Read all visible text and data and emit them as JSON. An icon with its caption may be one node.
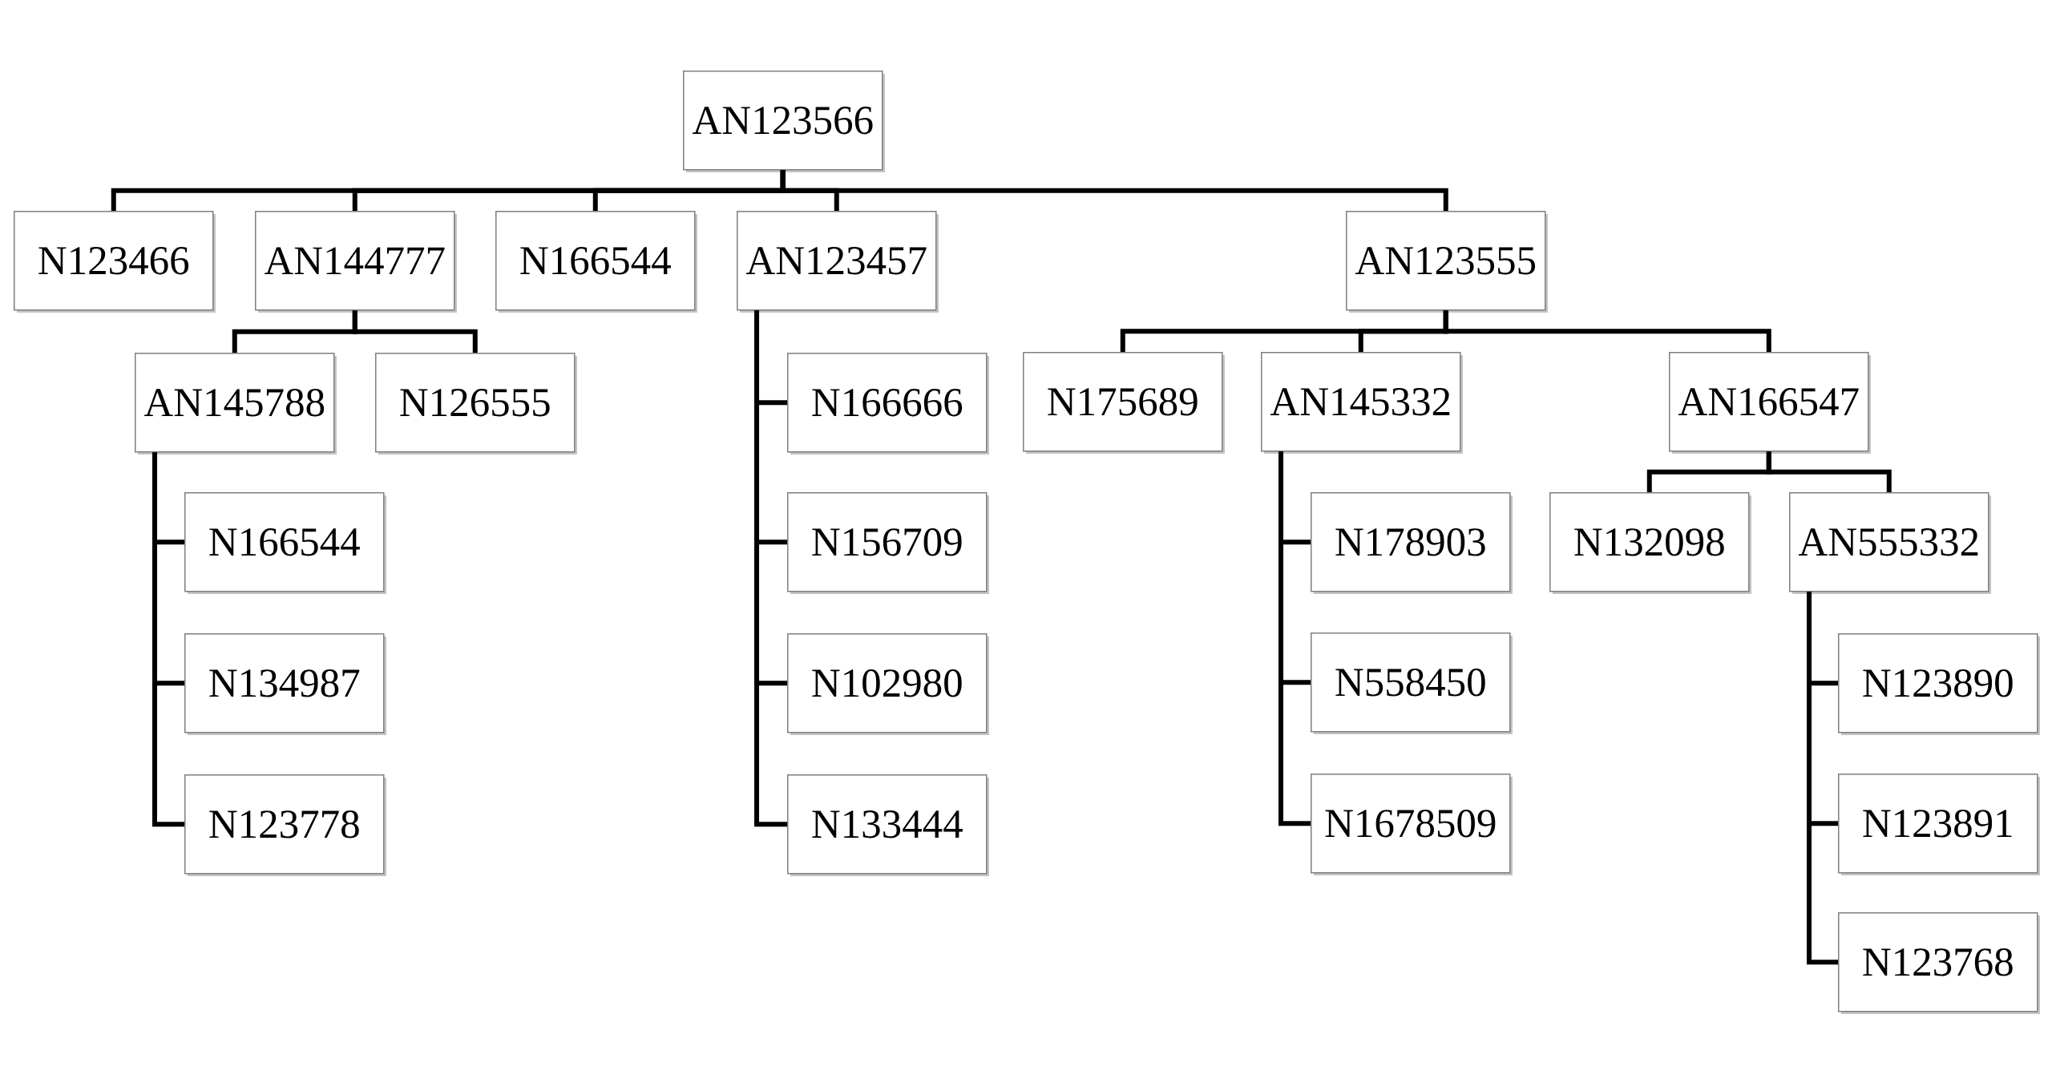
{
  "diagram": {
    "nodes": [
      {
        "text": [
          "AN123566"
        ]
      },
      {
        "text": [
          "N123466"
        ]
      },
      {
        "text": [
          "AN144777"
        ]
      },
      {
        "text": [
          "N166544"
        ]
      },
      {
        "text": [
          "AN123457"
        ]
      },
      {
        "text": [
          "AN123555"
        ]
      },
      {
        "text": [
          "AN145788"
        ]
      },
      {
        "text": [
          "N126555"
        ]
      },
      {
        "text": [
          "N166666"
        ]
      },
      {
        "text": [
          "N175689"
        ]
      },
      {
        "text": [
          "AN145332"
        ]
      },
      {
        "text": [
          "AN166547"
        ]
      },
      {
        "text": [
          "N166544"
        ]
      },
      {
        "text": [
          "N156709"
        ]
      },
      {
        "text": [
          "N178903"
        ]
      },
      {
        "text": [
          "N132098"
        ]
      },
      {
        "text": [
          "AN555332"
        ]
      },
      {
        "text": [
          "N134987"
        ]
      },
      {
        "text": [
          "N102980"
        ]
      },
      {
        "text": [
          "N558450"
        ]
      },
      {
        "text": [
          "N123890"
        ]
      },
      {
        "text": [
          "N123778"
        ]
      },
      {
        "text": [
          "N133444"
        ]
      },
      {
        "text": [
          "N1678509"
        ]
      },
      {
        "text": [
          "N123891"
        ]
      },
      {
        "text": [
          "N123768"
        ]
      }
    ],
    "edges": [
      {
        "from": 0,
        "to": 1,
        "arrow": "none"
      },
      {
        "from": 0,
        "to": 2,
        "arrow": "none"
      },
      {
        "from": 0,
        "to": 3,
        "arrow": "none"
      },
      {
        "from": 0,
        "to": 4,
        "arrow": "none"
      },
      {
        "from": 0,
        "to": 5,
        "arrow": "none"
      },
      {
        "from": 2,
        "to": 6,
        "arrow": "none"
      },
      {
        "from": 2,
        "to": 7,
        "arrow": "none"
      },
      {
        "from": 4,
        "to": 8,
        "arrow": "none"
      },
      {
        "from": 4,
        "to": 13,
        "arrow": "none"
      },
      {
        "from": 4,
        "to": 18,
        "arrow": "none"
      },
      {
        "from": 4,
        "to": 22,
        "arrow": "none"
      },
      {
        "from": 5,
        "to": 9,
        "arrow": "none"
      },
      {
        "from": 5,
        "to": 10,
        "arrow": "none"
      },
      {
        "from": 5,
        "to": 11,
        "arrow": "none"
      },
      {
        "from": 6,
        "to": 12,
        "arrow": "none"
      },
      {
        "from": 6,
        "to": 17,
        "arrow": "none"
      },
      {
        "from": 6,
        "to": 21,
        "arrow": "none"
      },
      {
        "from": 10,
        "to": 14,
        "arrow": "none"
      },
      {
        "from": 10,
        "to": 19,
        "arrow": "none"
      },
      {
        "from": 10,
        "to": 23,
        "arrow": "none"
      },
      {
        "from": 11,
        "to": 15,
        "arrow": "none"
      },
      {
        "from": 11,
        "to": 16,
        "arrow": "none"
      },
      {
        "from": 16,
        "to": 20,
        "arrow": "none"
      },
      {
        "from": 16,
        "to": 24,
        "arrow": "none"
      },
      {
        "from": 16,
        "to": 25,
        "arrow": "none"
      }
    ]
  }
}
